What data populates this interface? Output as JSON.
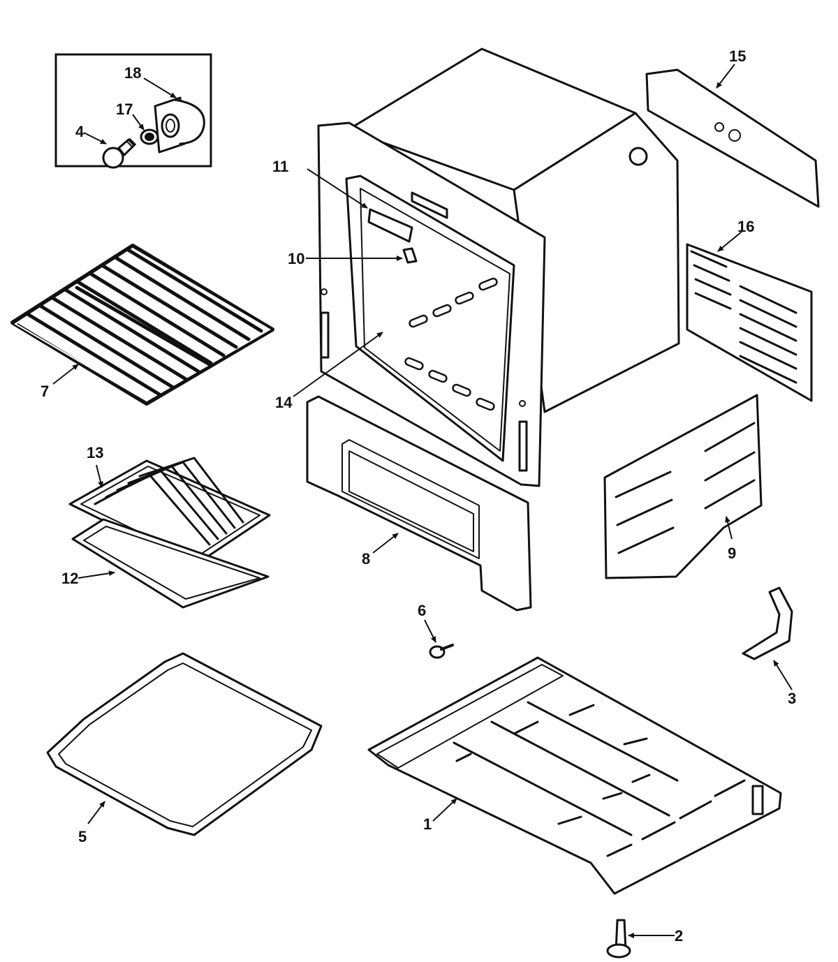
{
  "diagram": {
    "callouts": [
      {
        "id": "1",
        "text": "1"
      },
      {
        "id": "2",
        "text": "2"
      },
      {
        "id": "3",
        "text": "3"
      },
      {
        "id": "4",
        "text": "4"
      },
      {
        "id": "5",
        "text": "5"
      },
      {
        "id": "6",
        "text": "6"
      },
      {
        "id": "7",
        "text": "7"
      },
      {
        "id": "8",
        "text": "8"
      },
      {
        "id": "9",
        "text": "9"
      },
      {
        "id": "10",
        "text": "10"
      },
      {
        "id": "11",
        "text": "11"
      },
      {
        "id": "12",
        "text": "12"
      },
      {
        "id": "13",
        "text": "13"
      },
      {
        "id": "14",
        "text": "14"
      },
      {
        "id": "15",
        "text": "15"
      },
      {
        "id": "16",
        "text": "16"
      },
      {
        "id": "17",
        "text": "17"
      },
      {
        "id": "18",
        "text": "18"
      }
    ],
    "colors": {
      "line": "#111111",
      "background": "#ffffff"
    }
  }
}
